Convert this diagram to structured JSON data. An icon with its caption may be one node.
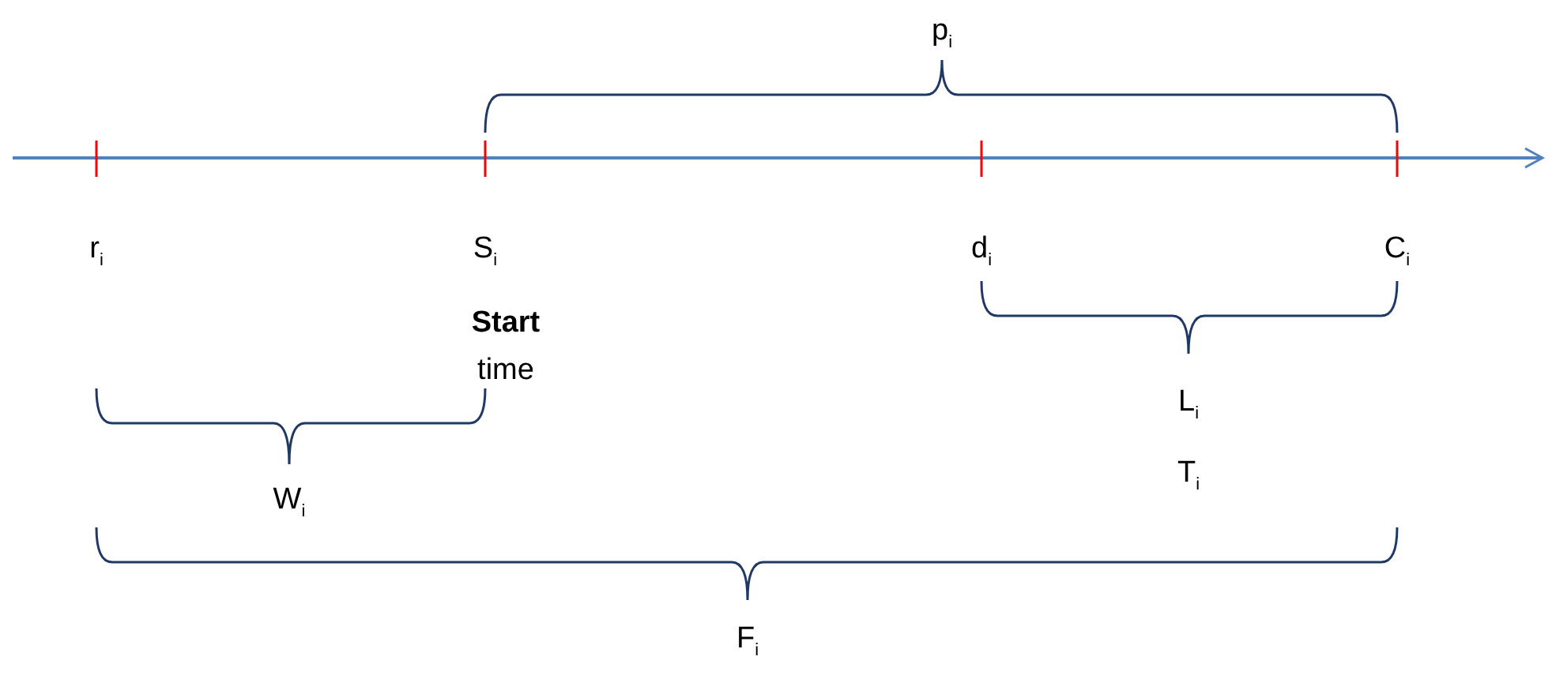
{
  "diagram": {
    "labels": [
      "p$_{i}$",
      "r$_{i}$",
      "S$_{i}$",
      "d$_{i}$",
      "C$_{i}$",
      "**Start** time",
      "L$_{i}$",
      "W$_{i}$",
      "T$_{i}$",
      "F$_{i}$"
    ]
  }
}
